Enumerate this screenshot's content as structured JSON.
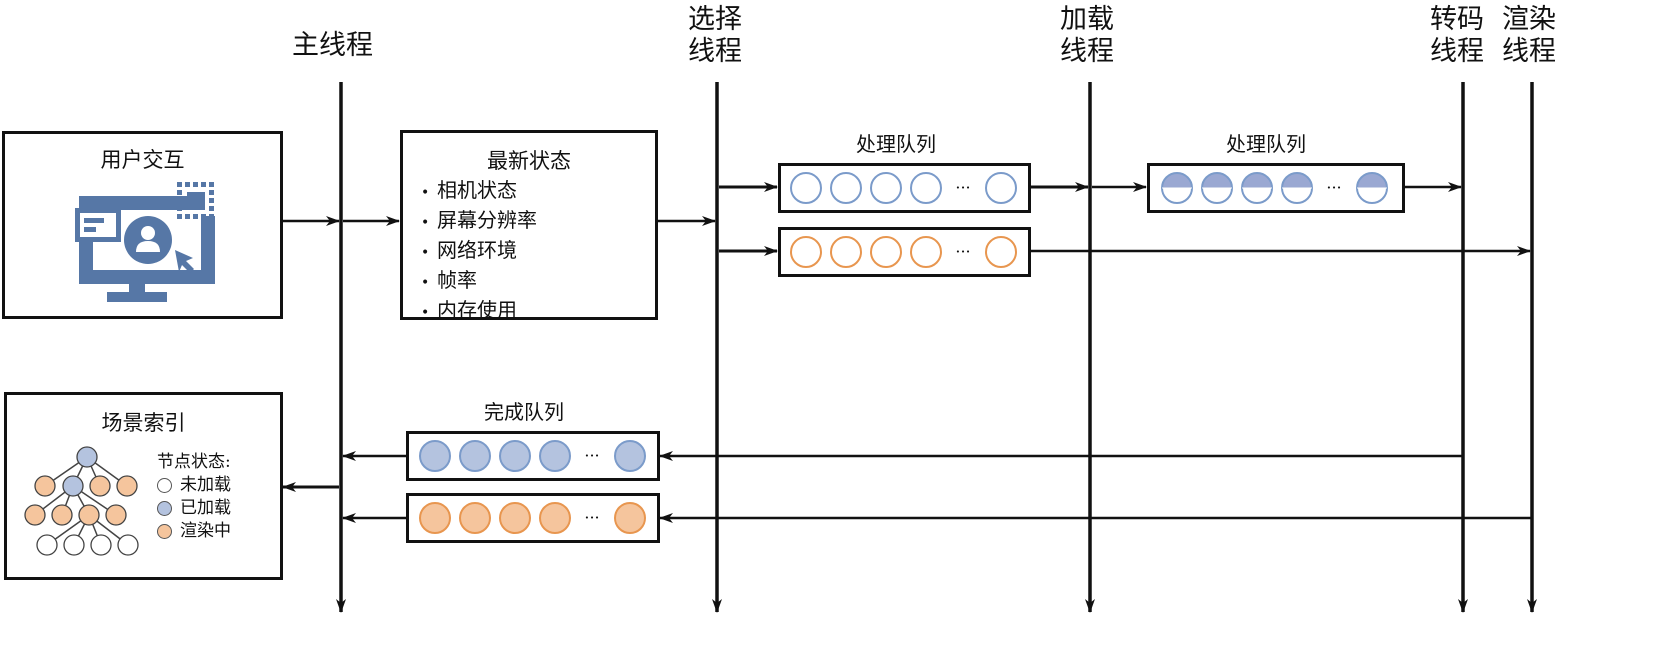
{
  "threads": [
    {
      "id": "main",
      "label_lines": [
        "主线程"
      ]
    },
    {
      "id": "select",
      "label_lines": [
        "选择",
        "线程"
      ]
    },
    {
      "id": "load",
      "label_lines": [
        "加载",
        "线程"
      ]
    },
    {
      "id": "transcode",
      "label_lines": [
        "转码",
        "线程"
      ]
    },
    {
      "id": "render",
      "label_lines": [
        "渲染",
        "线程"
      ]
    }
  ],
  "user_interaction": {
    "title": "用户交互",
    "icon": "monitor-user-cursor-icon"
  },
  "latest_state": {
    "title": "最新状态",
    "items": [
      "相机状态",
      "屏幕分辨率",
      "网络环境",
      "帧率",
      "内存使用"
    ]
  },
  "scene_index": {
    "title": "场景索引",
    "legend_title": "节点状态:",
    "legend": [
      {
        "state": "unloaded",
        "label": "未加载",
        "color": "#ffffff"
      },
      {
        "state": "loaded",
        "label": "已加载",
        "color": "#b4c3df"
      },
      {
        "state": "rendering",
        "label": "渲染中",
        "color": "#f5c59d"
      }
    ],
    "tree_levels": [
      [
        "loaded"
      ],
      [
        "rendering",
        "loaded",
        "rendering",
        "rendering"
      ],
      [
        "rendering",
        "rendering",
        "rendering",
        "rendering"
      ],
      [
        "unloaded",
        "unloaded",
        "unloaded",
        "unloaded"
      ]
    ]
  },
  "queues": {
    "processing_label": "处理队列",
    "done_label": "完成队列",
    "ellipsis": "···",
    "select_blue": {
      "style": "outline",
      "color": "#7b9bca",
      "items_shown": 5
    },
    "select_orange": {
      "style": "outline",
      "color": "#e8964f",
      "items_shown": 5
    },
    "load_blue": {
      "style": "half-filled",
      "color": "#7b9bca",
      "fill": "#9aa8d2",
      "items_shown": 5
    },
    "done_blue": {
      "style": "filled",
      "color": "#7b9bca",
      "fill": "#b4c3df",
      "items_shown": 5
    },
    "done_orange": {
      "style": "filled",
      "color": "#e8964f",
      "fill": "#f5c59d",
      "items_shown": 5
    }
  },
  "colors": {
    "icon_blue": "#5677a6",
    "line": "#111111"
  }
}
